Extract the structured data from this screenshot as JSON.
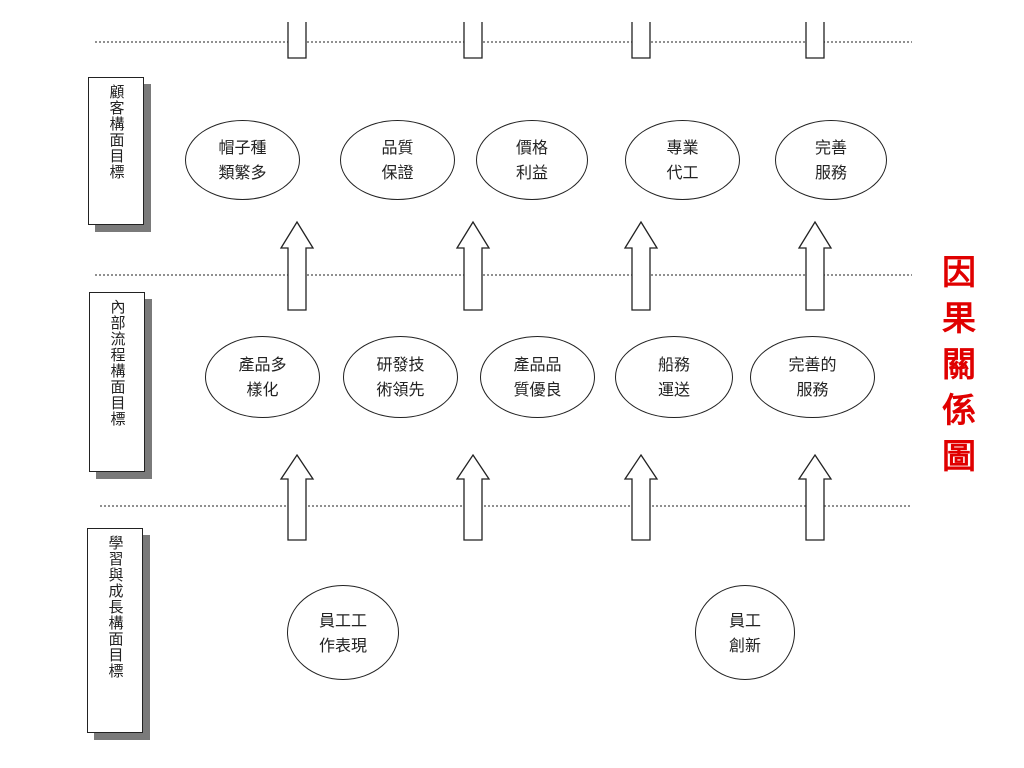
{
  "rows": {
    "customer": {
      "label": "顧客構面目標"
    },
    "process": {
      "label": "內部流程構面目標"
    },
    "learning": {
      "label": "學習與成長構面目標"
    }
  },
  "nodes": {
    "customer": [
      {
        "line1": "帽子種",
        "line2": "類繁多"
      },
      {
        "line1": "品質",
        "line2": "保證"
      },
      {
        "line1": "價格",
        "line2": "利益"
      },
      {
        "line1": "專業",
        "line2": "代工"
      },
      {
        "line1": "完善",
        "line2": "服務"
      }
    ],
    "process": [
      {
        "line1": "產品多",
        "line2": "樣化"
      },
      {
        "line1": "研發技",
        "line2": "術領先"
      },
      {
        "line1": "產品品",
        "line2": "質優良"
      },
      {
        "line1": "船務",
        "line2": "運送"
      },
      {
        "line1": "完善的",
        "line2": "服務"
      }
    ],
    "learning": [
      {
        "line1": "員工工",
        "line2": "作表現"
      },
      {
        "line1": "員工",
        "line2": "創新"
      }
    ]
  },
  "title": {
    "chars": [
      "因",
      "果",
      "關",
      "係",
      "圖"
    ]
  },
  "footer": {
    "text": ""
  },
  "colors": {
    "title": "#e00000",
    "line": "#222222",
    "shadow": "#7a7a7a"
  }
}
